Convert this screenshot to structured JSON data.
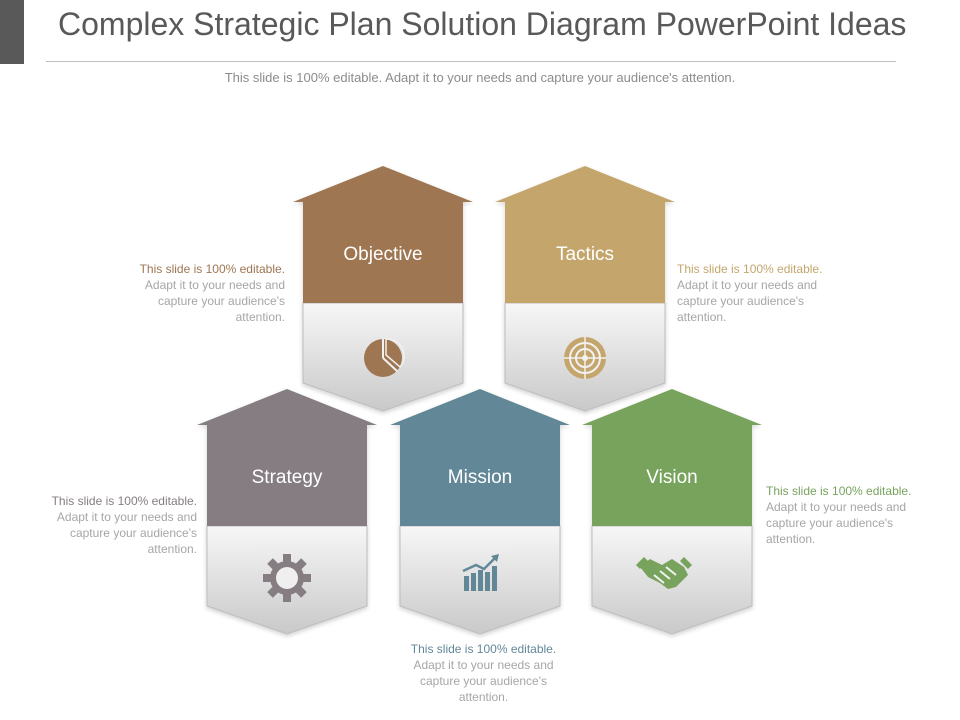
{
  "slide": {
    "title": "Complex Strategic Plan Solution Diagram PowerPoint Ideas",
    "subtitle": "This slide is 100% editable. Adapt it to your needs and capture your audience's attention."
  },
  "nodes": [
    {
      "key": "objective",
      "label": "Objective",
      "color": "#9e7651",
      "icon": "pie-chart-icon"
    },
    {
      "key": "tactics",
      "label": "Tactics",
      "color": "#c4a66d",
      "icon": "target-icon"
    },
    {
      "key": "strategy",
      "label": "Strategy",
      "color": "#857d82",
      "icon": "gear-icon"
    },
    {
      "key": "mission",
      "label": "Mission",
      "color": "#628898",
      "icon": "bar-chart-icon"
    },
    {
      "key": "vision",
      "label": "Vision",
      "color": "#77a35d",
      "icon": "handshake-icon"
    }
  ],
  "descriptions": {
    "objective": {
      "lead": "This slide is 100% editable.",
      "rest": "Adapt it to your needs and capture your audience's attention."
    },
    "tactics": {
      "lead": "This slide is 100% editable.",
      "rest": "Adapt it to your needs and capture your audience's attention."
    },
    "strategy": {
      "lead": "This slide is 100% editable.",
      "rest": "Adapt it to your needs and capture your audience's attention."
    },
    "mission": {
      "lead": "This slide is 100% editable.",
      "rest": "Adapt it to your needs and capture your audience's attention."
    },
    "vision": {
      "lead": "This slide is 100% editable.",
      "rest": "Adapt it to your needs and capture your audience's attention."
    }
  }
}
